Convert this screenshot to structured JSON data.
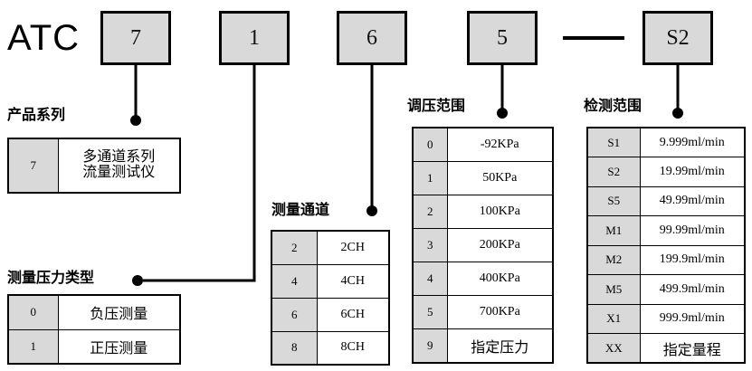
{
  "brand": "ATC",
  "code_boxes": [
    {
      "name": "code-box-series",
      "value": "7"
    },
    {
      "name": "code-box-pressure-type",
      "value": "1"
    },
    {
      "name": "code-box-channels",
      "value": "6"
    },
    {
      "name": "code-box-pressure-range",
      "value": "5"
    },
    {
      "name": "code-box-detection-range",
      "value": "S2"
    }
  ],
  "separator": "—",
  "sections": {
    "product_series": {
      "heading": "产品系列",
      "rows": [
        {
          "code": "7",
          "desc": "多通道系列\n流量测试仪"
        }
      ]
    },
    "pressure_type": {
      "heading": "测量压力类型",
      "rows": [
        {
          "code": "0",
          "desc": "负压测量"
        },
        {
          "code": "1",
          "desc": "正压测量"
        }
      ]
    },
    "measure_channel": {
      "heading": "测量通道",
      "rows": [
        {
          "code": "2",
          "desc": "2CH"
        },
        {
          "code": "4",
          "desc": "4CH"
        },
        {
          "code": "6",
          "desc": "6CH"
        },
        {
          "code": "8",
          "desc": "8CH"
        }
      ]
    },
    "pressure_range": {
      "heading": "调压范围",
      "rows": [
        {
          "code": "0",
          "desc": "-92KPa"
        },
        {
          "code": "1",
          "desc": "50KPa"
        },
        {
          "code": "2",
          "desc": "100KPa"
        },
        {
          "code": "3",
          "desc": "200KPa"
        },
        {
          "code": "4",
          "desc": "400KPa"
        },
        {
          "code": "5",
          "desc": "700KPa"
        },
        {
          "code": "9",
          "desc": "指定压力"
        }
      ]
    },
    "detection_range": {
      "heading": "检测范围",
      "rows": [
        {
          "code": "S1",
          "desc": "9.999ml/min"
        },
        {
          "code": "S2",
          "desc": "19.99ml/min"
        },
        {
          "code": "S5",
          "desc": "49.99ml/min"
        },
        {
          "code": "M1",
          "desc": "99.99ml/min"
        },
        {
          "code": "M2",
          "desc": "199.9ml/min"
        },
        {
          "code": "M5",
          "desc": "499.9ml/min"
        },
        {
          "code": "X1",
          "desc": "999.9ml/min"
        },
        {
          "code": "XX",
          "desc": "指定量程"
        }
      ]
    }
  },
  "colors": {
    "key_cell_fill": "#d9d9d9",
    "box_fill": "#d9d9d9",
    "line": "#000000",
    "background": "#ffffff"
  }
}
